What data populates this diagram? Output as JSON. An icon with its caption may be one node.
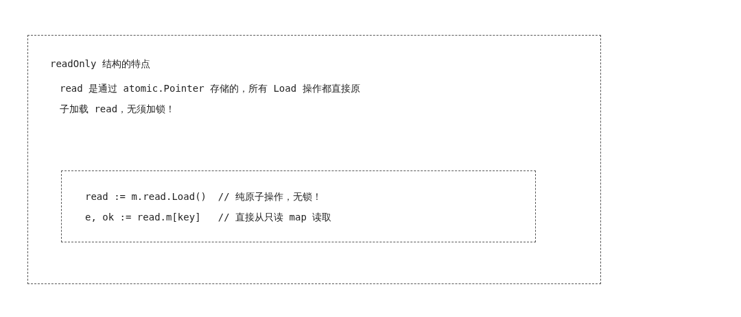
{
  "diagram": {
    "nodes": [
      {
        "text": [
          "readOnly 结构的特点",
          "read 是通过 atomic.Pointer 存储的，所有 Load 操作都直接原子加载 read，无须加锁！"
        ]
      },
      {
        "text": [
          "read := m.read.Load()  // 纯原子操作，无锁！",
          "e, ok := read.m[key]   // 直接从只读 map 读取"
        ],
        "in": 0
      }
    ]
  }
}
